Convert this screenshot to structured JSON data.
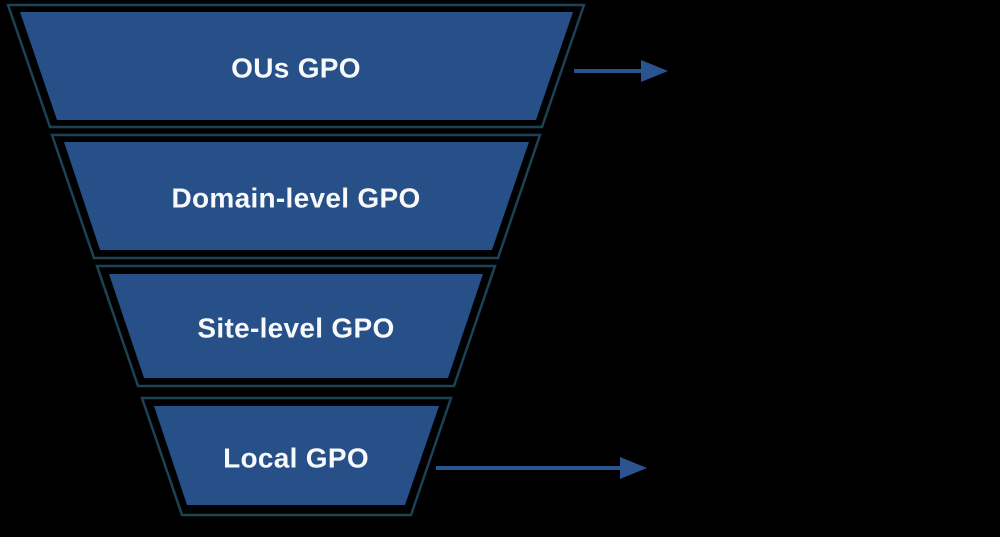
{
  "diagram": {
    "type": "funnel",
    "subject": "GPO processing order",
    "background_color": "#000000",
    "levels": [
      {
        "label": "OUs GPO"
      },
      {
        "label": "Domain-level GPO"
      },
      {
        "label": "Site-level GPO"
      },
      {
        "label": "Local GPO"
      }
    ],
    "arrows": [
      {
        "name": "top-arrow",
        "attached_to": "OUs GPO",
        "direction": "right"
      },
      {
        "name": "bottom-arrow",
        "attached_to": "Local GPO",
        "direction": "right"
      }
    ],
    "colors": {
      "level_fill": "#274F88",
      "outline": "#1C4254",
      "arrow": "#2A5390",
      "label_text": "#F7F9FB"
    }
  }
}
